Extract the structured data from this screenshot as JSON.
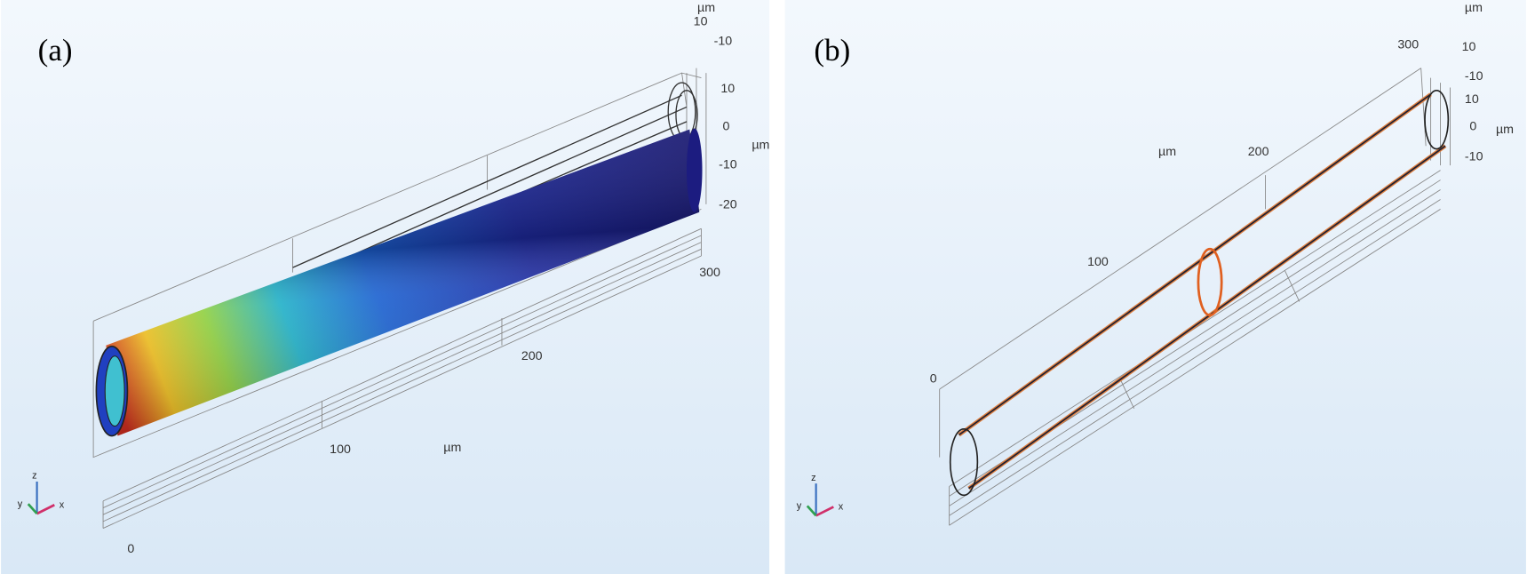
{
  "panel_a": {
    "label": "(a)",
    "axis_labels": {
      "unit_top": "µm",
      "unit_side": "µm",
      "unit_bottom": "µm"
    },
    "ticks_top": [
      "10",
      "-10"
    ],
    "ticks_side": [
      "10",
      "0",
      "-10",
      "-20"
    ],
    "ticks_length": [
      "300",
      "200",
      "100",
      "0"
    ],
    "triad": {
      "z": "z",
      "y": "y",
      "x": "x"
    }
  },
  "panel_b": {
    "label": "(b)",
    "axis_labels": {
      "unit_top": "µm",
      "unit_side": "µm",
      "unit_length": "µm"
    },
    "ticks_top": [
      "300",
      "10",
      "-10"
    ],
    "ticks_side": [
      "10",
      "0",
      "-10"
    ],
    "ticks_length": [
      "200",
      "100",
      "0"
    ],
    "triad": {
      "z": "z",
      "y": "y",
      "x": "x"
    }
  },
  "colors": {
    "background": "#e6f0fa",
    "tube_low": "#1a1a80",
    "tube_high": "#d73020"
  }
}
